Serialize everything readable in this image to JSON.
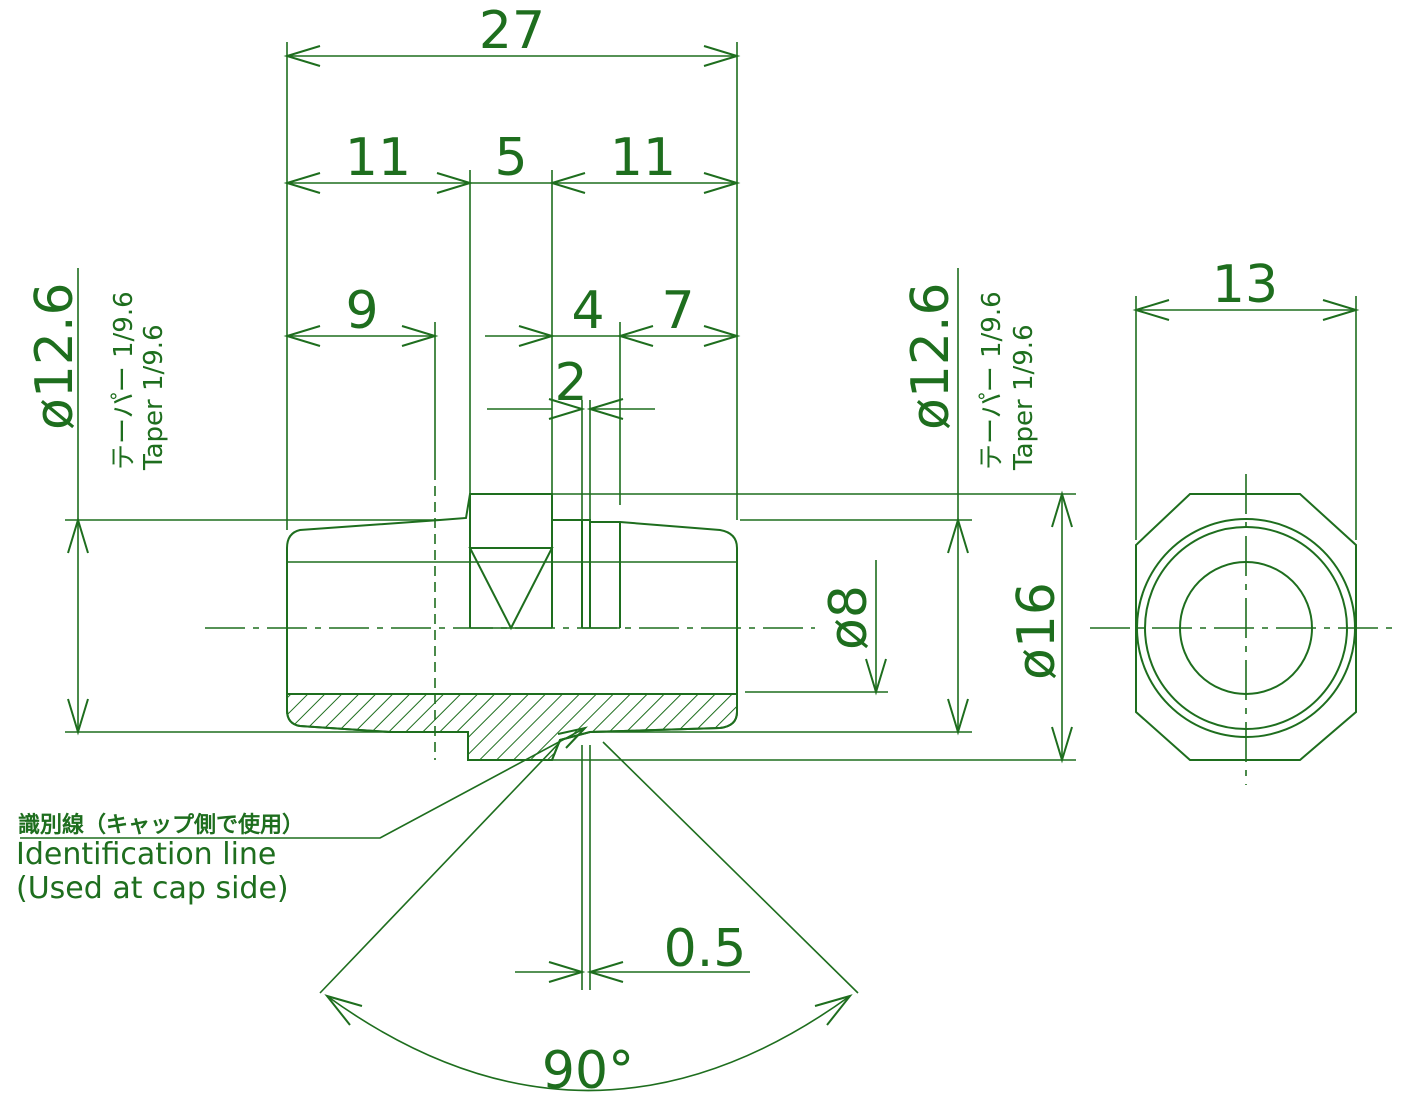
{
  "colors": {
    "line": "#1e6e1e",
    "background": "#ffffff"
  },
  "dimensions": {
    "overall_length": "27",
    "left_thread": "11",
    "middle": "5",
    "right_thread": "11",
    "left_effective": "9",
    "right_inner": "4",
    "right_effective": "7",
    "groove": "2",
    "hex_flat": "13",
    "bore": "ø8",
    "hex_width": "ø16",
    "thread_left": "ø12.6",
    "thread_right": "ø12.6",
    "id_line_width": "0.5",
    "angle": "90°"
  },
  "taper_notes": {
    "left_jp": "テーパー 1/9.6",
    "left_en": "Taper  1/9.6",
    "right_jp": "テーパー 1/9.6",
    "right_en": "Taper  1/9.6"
  },
  "identification": {
    "jp": "識別線（キャップ側で使用）",
    "en_line1": "Identification line",
    "en_line2": "(Used at cap side)"
  }
}
